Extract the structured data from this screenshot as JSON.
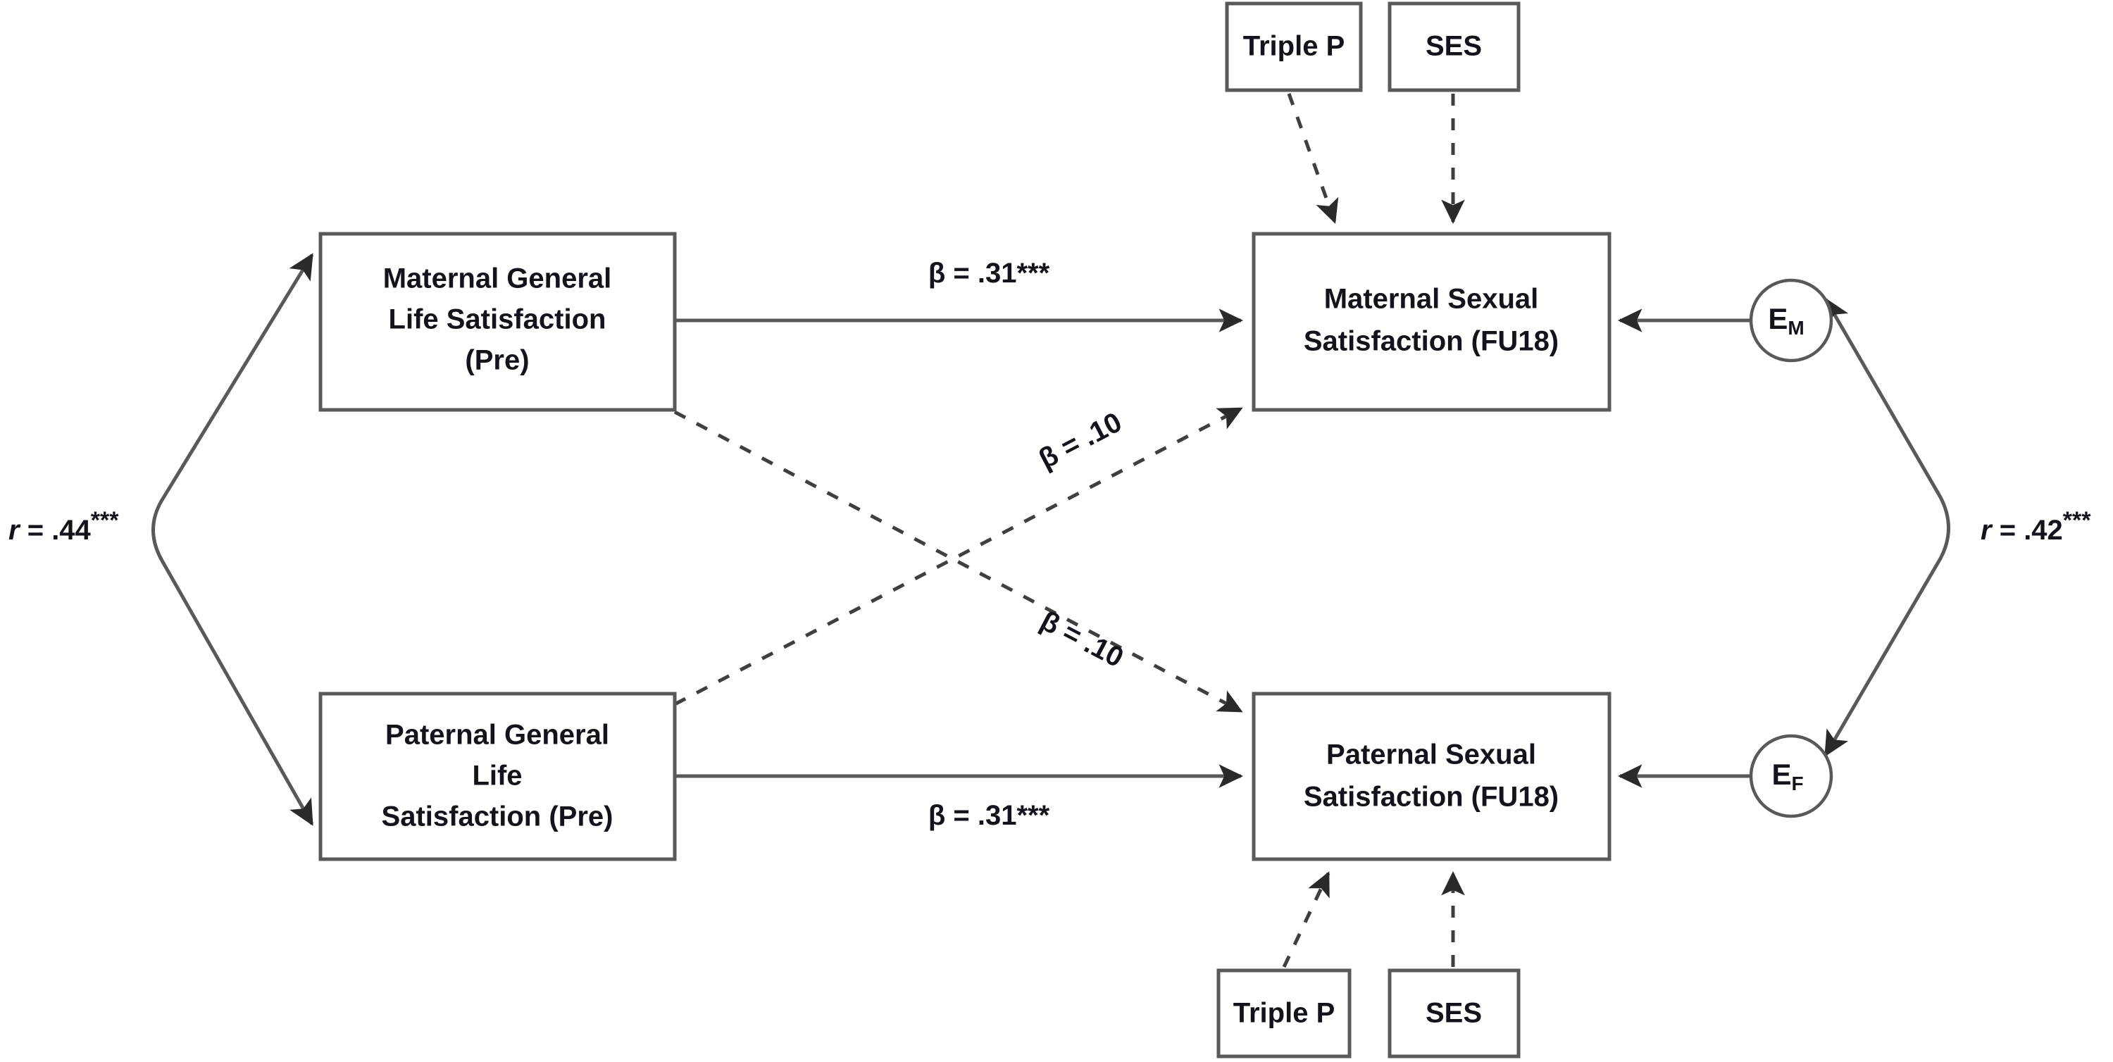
{
  "diagram": {
    "title": "Actor-Partner Interdependence Model: General Life Satisfaction and Sexual Satisfaction",
    "type": "path-diagram",
    "colors": {
      "stroke": "#58595b",
      "text": "#13131b",
      "background": "#ffffff",
      "dashed_stroke": "#3f3f3f"
    },
    "nodes": {
      "maternal_predictor": {
        "line1": "Maternal General",
        "line2": "Life Satisfaction",
        "line3": "(Pre)"
      },
      "paternal_predictor": {
        "line1": "Paternal General",
        "line2": "Life",
        "line3": "Satisfaction (Pre)"
      },
      "maternal_outcome": {
        "line1": "Maternal Sexual",
        "line2": "Satisfaction (FU18)"
      },
      "paternal_outcome": {
        "line1": "Paternal Sexual",
        "line2": "Satisfaction (FU18)"
      },
      "error_maternal": {
        "symbol": "E",
        "subscript": "M"
      },
      "error_paternal": {
        "symbol": "E",
        "subscript": "F"
      },
      "covariates": {
        "top_triple_p": "Triple P",
        "top_ses": "SES",
        "bottom_triple_p": "Triple P",
        "bottom_ses": "SES"
      }
    },
    "paths": {
      "maternal_actor": {
        "symbol": "β",
        "equals": "=",
        "value": ".31",
        "stars": "***",
        "full": "β = .31***",
        "style": "solid"
      },
      "paternal_actor": {
        "symbol": "β",
        "equals": "=",
        "value": ".31",
        "stars": "***",
        "full": "β = .31***",
        "style": "solid"
      },
      "maternal_partner": {
        "symbol": "β",
        "equals": "=",
        "value": ".10",
        "stars": "",
        "full": "β = .10",
        "style": "dashed"
      },
      "paternal_partner": {
        "symbol": "β",
        "equals": "=",
        "value": ".10",
        "stars": "",
        "full": "β = .10",
        "style": "dashed"
      }
    },
    "correlations": {
      "predictor_corr": {
        "symbol": "r",
        "equals": "=",
        "value": ".44",
        "stars": "***",
        "full": "r = .44***"
      },
      "error_corr": {
        "symbol": "r",
        "equals": "=",
        "value": ".42",
        "stars": "***",
        "full": "r = .42***"
      }
    }
  }
}
